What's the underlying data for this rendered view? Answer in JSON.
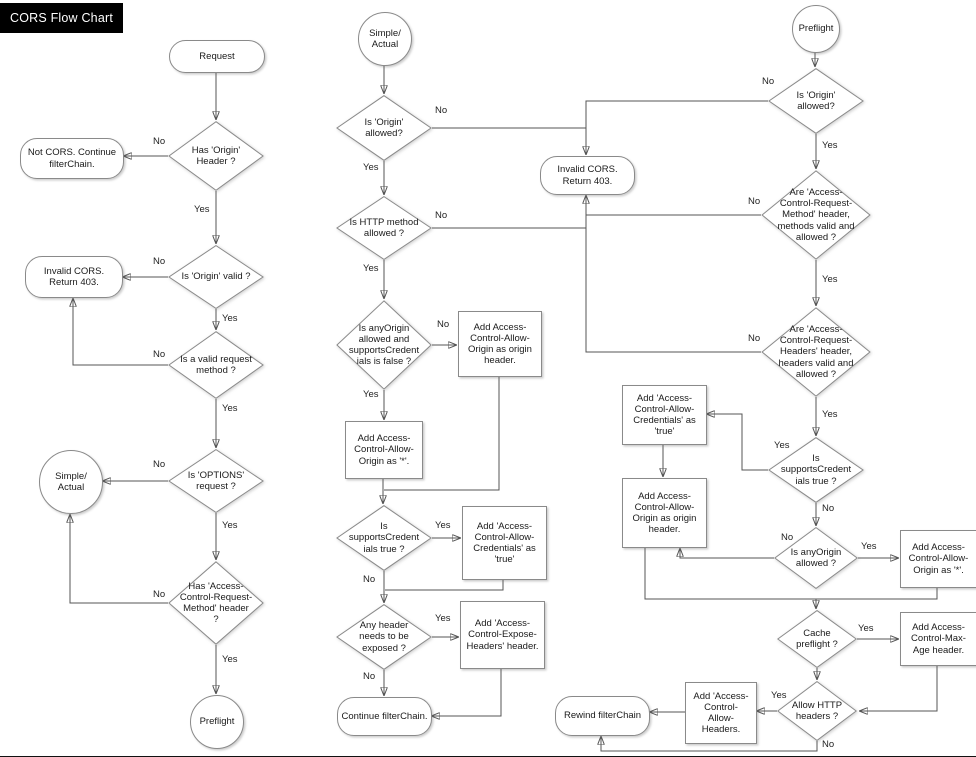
{
  "title": "CORS Flow Chart",
  "edge_labels": {
    "yes": "Yes",
    "no": "No"
  },
  "nodes": {
    "request": "Request",
    "has_origin_header": "Has 'Origin'\nHeader ?",
    "not_cors": "Not CORS. Continue\nfilterChain.",
    "is_origin_valid": "Is 'Origin' valid ?",
    "invalid_cors_left": "Invalid CORS.\nReturn 403.",
    "is_valid_request_method": "Is a valid request\nmethod ?",
    "is_options_request": "Is 'OPTIONS'\nrequest ?",
    "simple_actual_left": "Simple/\nActual",
    "has_acrm_header": "Has 'Access-\nControl-Request-\nMethod' header\n?",
    "preflight_left": "Preflight",
    "simple_actual_mid": "Simple/\nActual",
    "is_origin_allowed_mid": "Is 'Origin'\nallowed?",
    "invalid_cors_mid": "Invalid CORS.\nReturn 403.",
    "is_http_method_allowed": "Is HTTP method\nallowed ?",
    "is_anyorigin_and_cred_false": "Is anyOrigin\nallowed and\nsupportsCredent\nials is false ?",
    "add_acao_origin_mid": "Add Access-\nControl-Allow-\nOrigin as origin\nheader.",
    "add_acao_star_mid": "Add Access-\nControl-Allow-\nOrigin as '*'.",
    "is_supports_cred_mid": "Is\nsupportsCredent\nials true ?",
    "add_acac_true_mid": "Add 'Access-\nControl-Allow-\nCredentials' as\n'true'",
    "any_header_exposed": "Any header\nneeds to be\nexposed ?",
    "add_expose_headers": "Add 'Access-\nControl-Expose-\nHeaders' header.",
    "continue_filterchain": "Continue filterChain.",
    "preflight_right": "Preflight",
    "is_origin_allowed_right": "Is 'Origin'\nallowed?",
    "are_acrm_valid": "Are 'Access-\nControl-Request-\nMethod' header,\nmethods valid and\nallowed ?",
    "are_acrh_valid": "Are 'Access-\nControl-Request-\nHeaders' header,\nheaders valid and\nallowed ?",
    "is_supports_cred_right": "Is\nsupportsCredent\nials true ?",
    "add_acac_true_right": "Add 'Access-\nControl-Allow-\nCredentials' as\n'true'",
    "add_acao_origin_right": "Add Access-\nControl-Allow-\nOrigin as origin\nheader.",
    "is_anyorigin_allowed": "Is anyOrigin\nallowed ?",
    "add_acao_star_right": "Add Access-\nControl-Allow-\nOrigin as '*'.",
    "cache_preflight": "Cache\npreflight ?",
    "add_max_age": "Add Access-\nControl-Max-\nAge header.",
    "allow_http_headers": "Allow HTTP\nheaders ?",
    "add_allow_headers": "Add 'Access-\nControl-\nAllow-\nHeaders.",
    "rewind_filterchain": "Rewind filterChain"
  }
}
